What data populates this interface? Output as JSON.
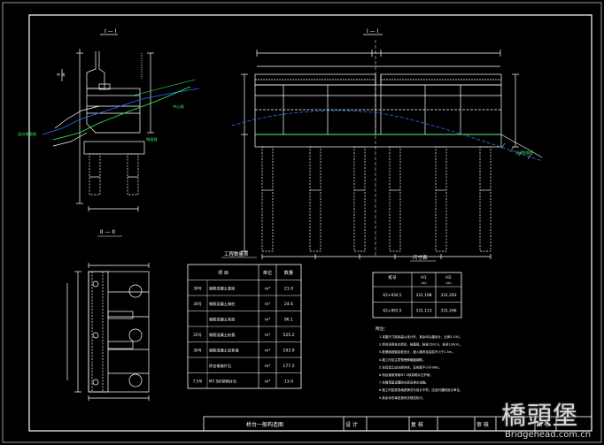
{
  "drawing": {
    "section_title_left": "I — I",
    "section_title_right": "I — I",
    "section_title_bottom": "II — II",
    "label_road_left": "中 线",
    "label_ground_left": "设计地面线",
    "label_ground_left2": "地面线",
    "label_center_right": "中心线",
    "label_ground_right": "设计地面线"
  },
  "table_quantities": {
    "caption": "工程数量表",
    "headers": [
      "项 目",
      "单位",
      "数量"
    ],
    "rows": [
      {
        "grade": "30号",
        "item": "钢筋混凝土盖梁",
        "unit": "m³",
        "qty": "21.0"
      },
      {
        "grade": "30号",
        "item": "钢筋混凝土墩柱",
        "unit": "m³",
        "qty": "24.6"
      },
      {
        "grade": "",
        "item": "钢筋混凝土系梁",
        "unit": "m³",
        "qty": "96.1"
      },
      {
        "grade": "25号",
        "item": "钢筋混凝土桩基",
        "unit": "m³",
        "qty": "525.2"
      },
      {
        "grade": "30号",
        "item": "钢筋混凝土耳背墙",
        "unit": "m³",
        "qty": "193.9"
      },
      {
        "grade": "",
        "item": "桥台锥坡片石",
        "unit": "m³",
        "qty": "177.2"
      },
      {
        "grade": "7.5号",
        "item": "M7.5砂浆砌片石",
        "unit": "m³",
        "qty": "13.0"
      }
    ]
  },
  "table_dims": {
    "caption": "尺寸表",
    "headers": [
      "桩号",
      "H1",
      "H2"
    ],
    "subheaders": [
      "",
      "(m)",
      "(m)"
    ],
    "rows": [
      {
        "station": "K2+934.5",
        "h1": "331.198",
        "h2": "331.293"
      },
      {
        "station": "K2+993.5",
        "h1": "331.123",
        "h2": "331.246"
      }
    ]
  },
  "notes": {
    "title": "附注：",
    "lines": [
      "1.本图尺寸除标高以米计外，其余均以厘米计，比例1:150。",
      "2.桥台采用柱式桥台，桩基础，桩径150cm，柱径130cm。",
      "3.桩基础按嵌岩桩设计，嵌入微风化岩层不小于2.5m。",
      "4.施工时应注意预埋伸缩缝钢筋。",
      "5.台后填土应分层夯实，压实度不小于96%。",
      "6.桥台锥坡采用M7.5砂浆砌片石护坡。",
      "7.台帽顶面设置防水层及排水设施。",
      "8.施工时如发现地质情况与设计不符，应及时通知设计单位。",
      "9.其余未尽事宜按有关规范执行。"
    ]
  },
  "title_block": {
    "title": "桥台一般构造图",
    "design": "设 计",
    "review": "复 核",
    "approve": "审 核",
    "drawing_no_label": "图 号"
  },
  "watermark": {
    "cn": "橋頭堡",
    "en": "Bridgehead.com.cn"
  },
  "colors": {
    "background": "#000000",
    "line": "#ffffff",
    "center_line": "#33ff66",
    "ground_line": "#2f6fff",
    "ground_label": "#33ff66",
    "title_block": "#ffffff"
  }
}
